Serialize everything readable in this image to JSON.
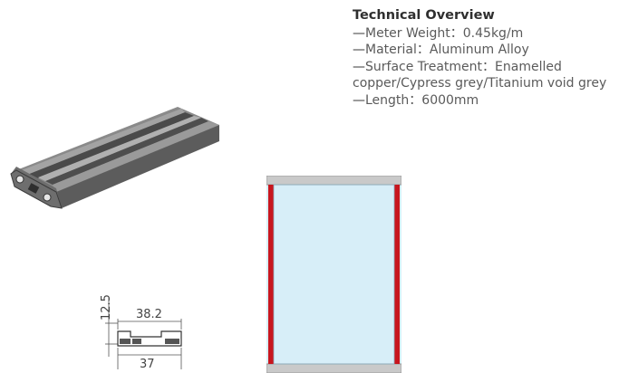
{
  "specs": {
    "title": "Technical Overview",
    "dash": "—",
    "lines": [
      "Meter Weight：0.45kg/m",
      "Material：Aluminum Alloy",
      "Surface Treatment：Enamelled copper/Cypress grey/Titanium void grey",
      "Length：6000mm"
    ]
  },
  "dimensions": {
    "width_top": "38.2",
    "width_bottom": "37",
    "height": "12.5"
  },
  "colors": {
    "frame_red": "#c8161e",
    "glass": "#d7eef8",
    "rail_grey": "#c9c9c9",
    "profile_grey": "#6c6c6c"
  }
}
